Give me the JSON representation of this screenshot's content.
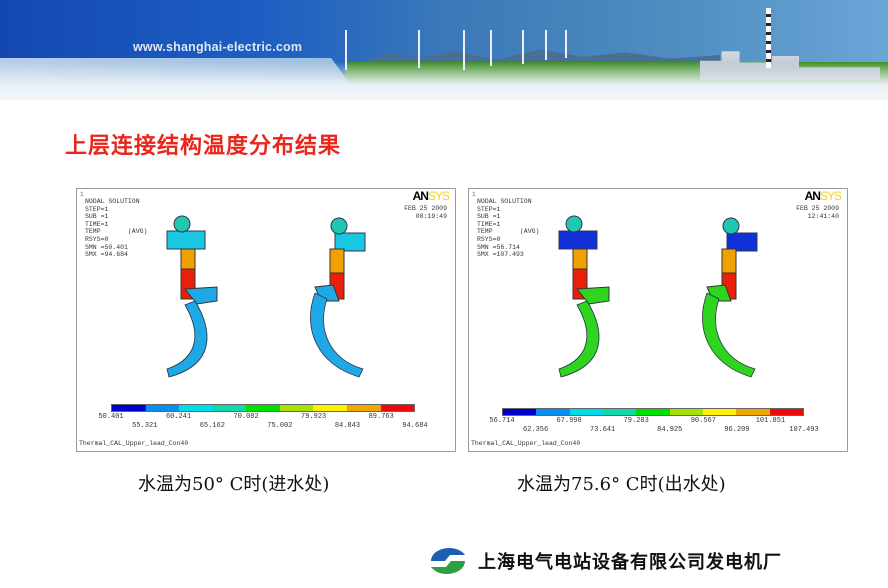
{
  "banner": {
    "url": "www.shanghai-electric.com"
  },
  "title": "上层连接结构温度分布结果",
  "panels": [
    {
      "index": "1",
      "info": [
        "NODAL SOLUTION",
        "STEP=1",
        "SUB =1",
        "TIME=1",
        "TEMP       (AVG)",
        "RSYS=0",
        "SMN =50.401",
        "SMX =94.684"
      ],
      "logo": "ANSYS",
      "date": "FEB 25 2009",
      "time": "08:19:49",
      "legend": [
        "50.401",
        "55.321",
        "60.241",
        "65.162",
        "70.082",
        "75.002",
        "79.923",
        "84.843",
        "89.763",
        "94.684"
      ],
      "filename": "Thermal_CAL_Upper_lead_Con40",
      "pipe_color": "#1fa8e6",
      "caption": "水温为50° C时(进水处)"
    },
    {
      "index": "1",
      "info": [
        "NODAL SOLUTION",
        "STEP=1",
        "SUB =1",
        "TIME=1",
        "TEMP       (AVG)",
        "RSYS=0",
        "SMN =56.714",
        "SMX =107.493"
      ],
      "logo": "ANSYS",
      "date": "FEB 25 2009",
      "time": "12:41:40",
      "legend": [
        "56.714",
        "62.356",
        "67.998",
        "73.641",
        "79.283",
        "84.925",
        "90.567",
        "96.209",
        "101.851",
        "107.493"
      ],
      "filename": "Thermal_CAL_Upper_lead_Con40",
      "pipe_color": "#2ed41e",
      "caption": "水温为75.6° C时(出水处)"
    }
  ],
  "legend_colors": [
    "#0000d0",
    "#0a8ef0",
    "#00dcea",
    "#10d8a8",
    "#00e000",
    "#a8e000",
    "#fff000",
    "#f0a800",
    "#ee0a0a"
  ],
  "footer": {
    "company": "上海电气电站设备有限公司发电机厂"
  }
}
